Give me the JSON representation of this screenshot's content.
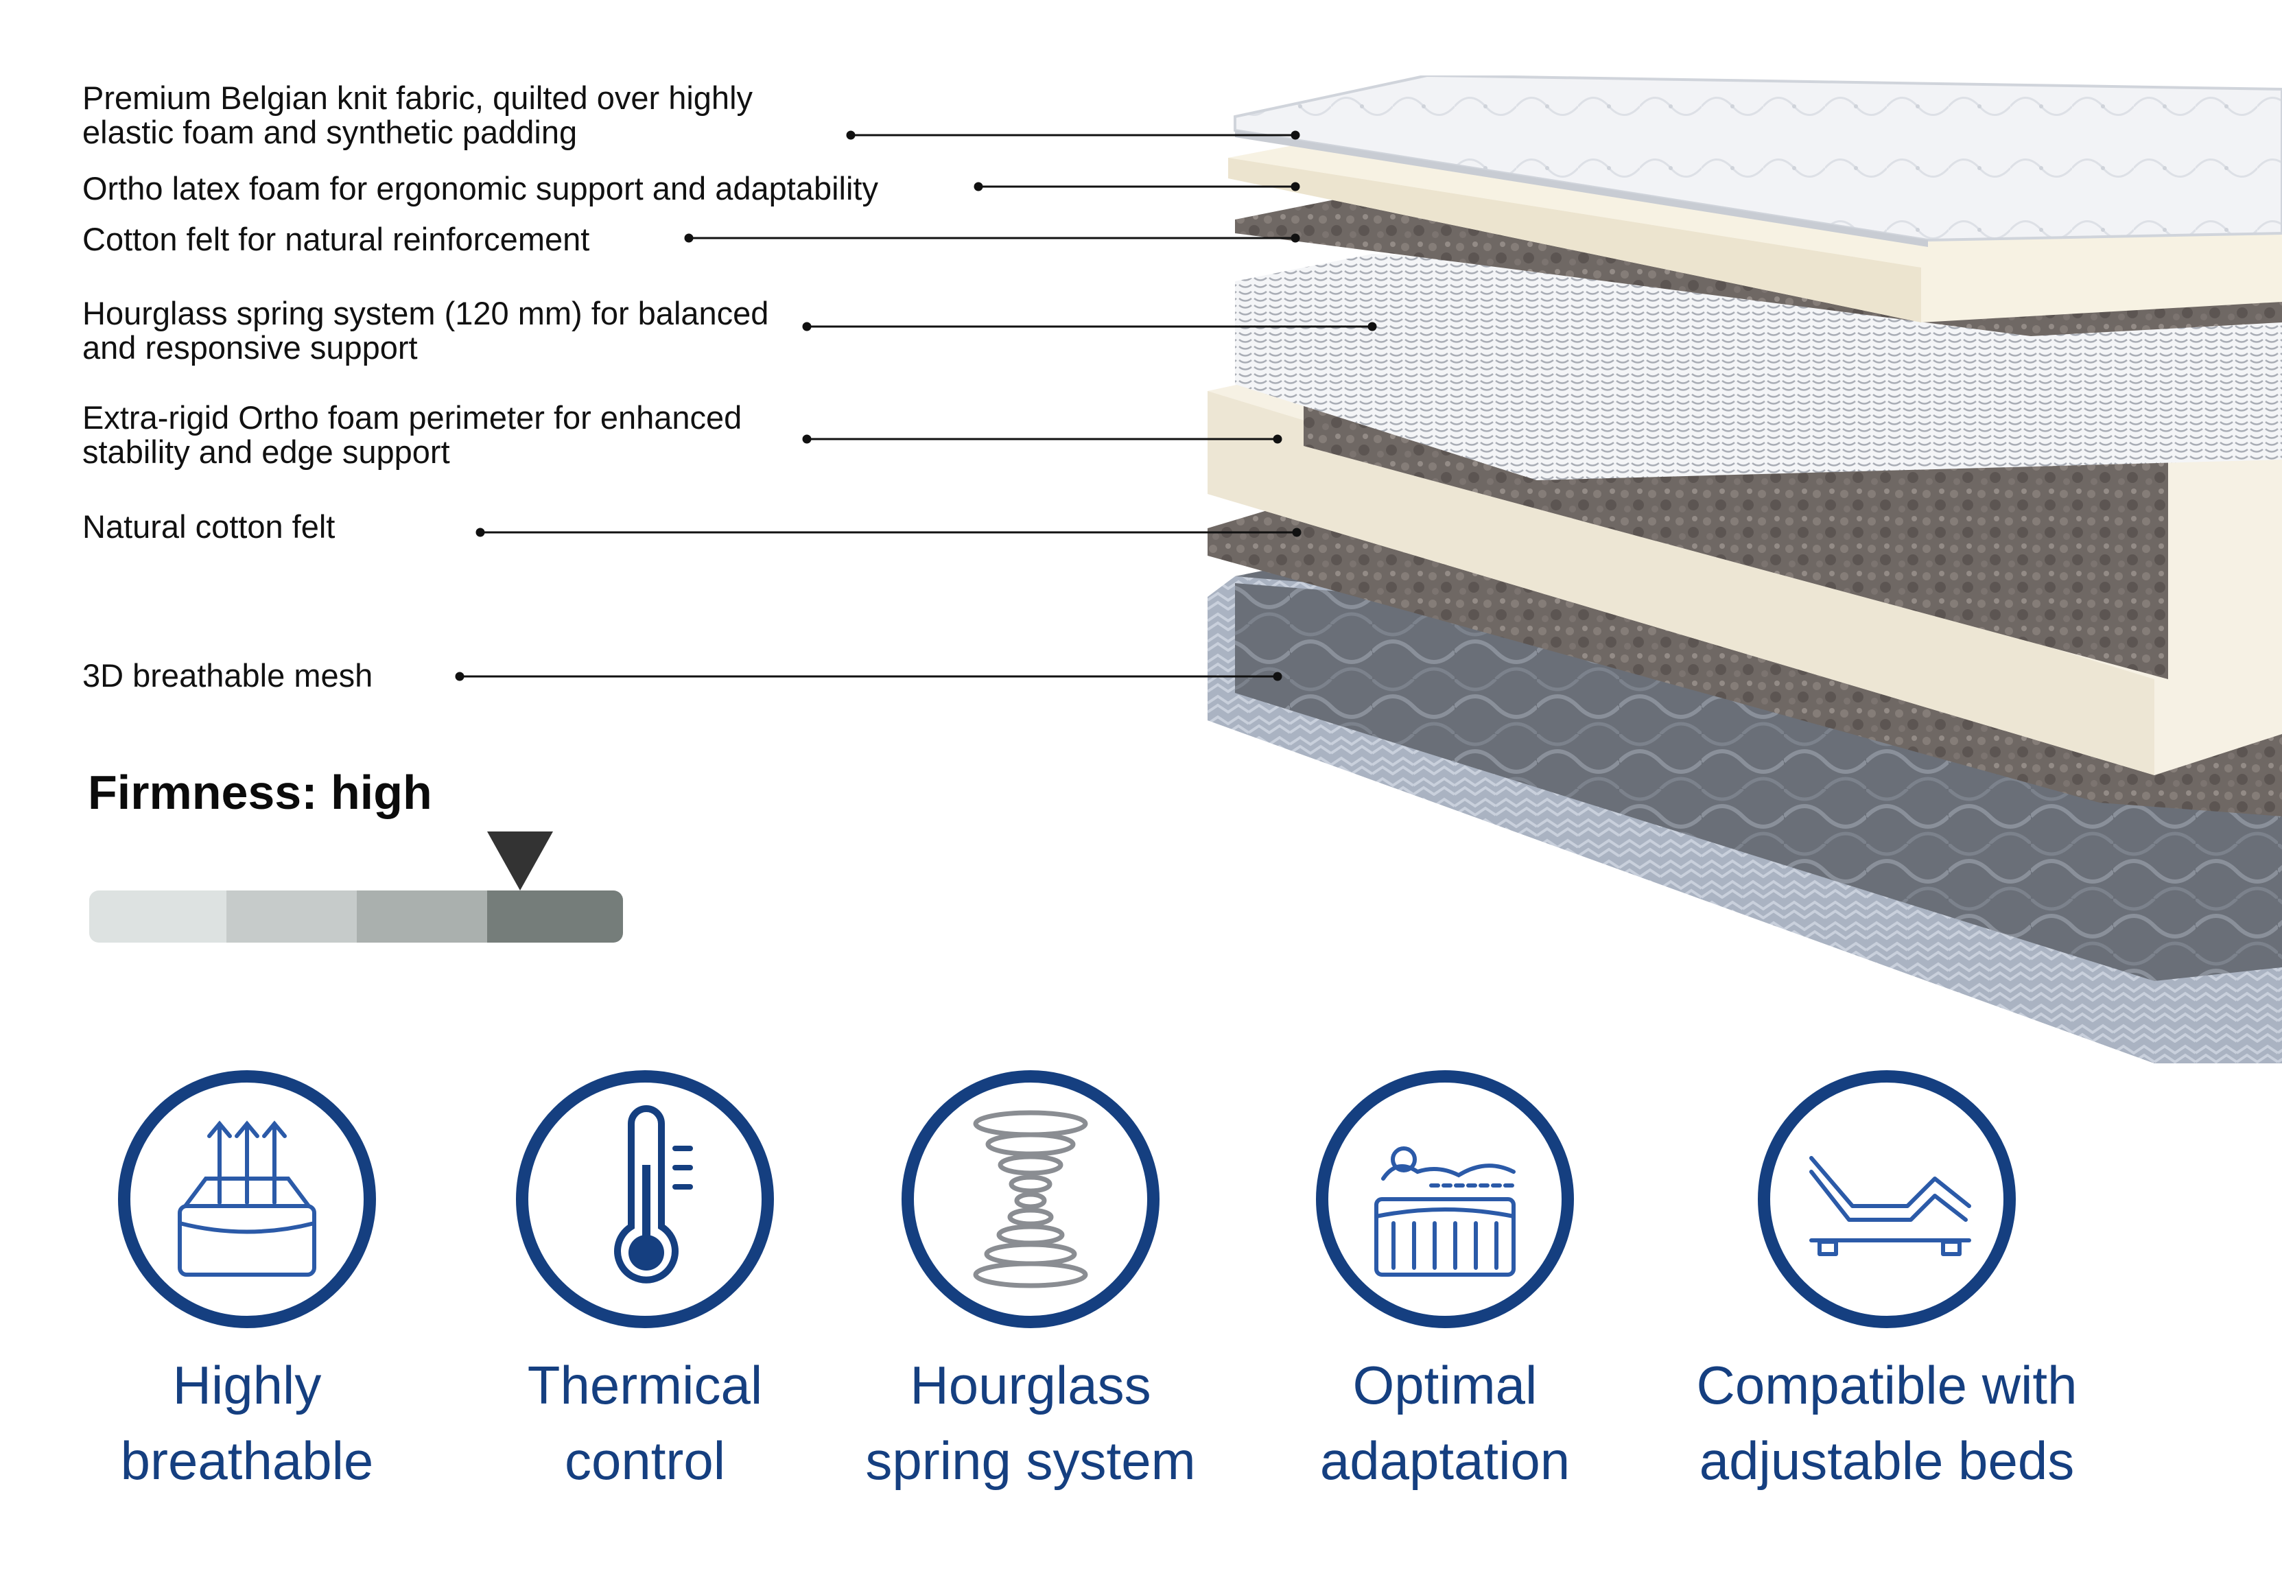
{
  "layers": [
    {
      "lines": [
        "Premium Belgian knit fabric, quilted over highly",
        "elastic foam and synthetic padding"
      ]
    },
    {
      "lines": [
        "Ortho latex foam for ergonomic support and adaptability"
      ]
    },
    {
      "lines": [
        "Cotton felt for natural reinforcement"
      ]
    },
    {
      "lines": [
        "Hourglass spring system (120 mm) for balanced",
        "and responsive support"
      ]
    },
    {
      "lines": [
        "Extra-rigid Ortho foam perimeter for enhanced",
        "stability and edge support"
      ]
    },
    {
      "lines": [
        "Natural cotton felt"
      ]
    },
    {
      "lines": [
        "3D breathable mesh"
      ]
    }
  ],
  "firmness": {
    "title": "Firmness: high",
    "level": 4,
    "levels": 4,
    "segment_colors": [
      "#dde2e1",
      "#c6cbca",
      "#aab0ae",
      "#757d7a"
    ]
  },
  "features": [
    {
      "icon": "breathable-mattress-icon",
      "lines": [
        "Highly",
        "breathable"
      ]
    },
    {
      "icon": "thermometer-icon",
      "lines": [
        "Thermical",
        "control"
      ]
    },
    {
      "icon": "hourglass-spring-icon",
      "lines": [
        "Hourglass",
        "spring system"
      ]
    },
    {
      "icon": "body-adaptation-icon",
      "lines": [
        "Optimal",
        "adaptation"
      ]
    },
    {
      "icon": "adjustable-bed-icon",
      "lines": [
        "Compatible with",
        "adjustable beds"
      ]
    }
  ],
  "colors": {
    "brand": "#153f80",
    "text": "#111111",
    "leader": "#111111"
  }
}
